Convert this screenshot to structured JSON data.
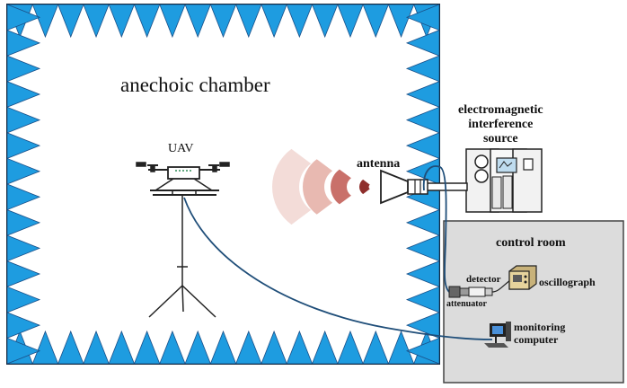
{
  "labels": {
    "chamber": "anechoic chamber",
    "uav": "UAV",
    "antenna": "antenna",
    "emi_source": [
      "electromagnetic",
      "interference",
      "source"
    ],
    "control_room": "control room",
    "detector": "detector",
    "attenuator": "attenuator",
    "oscillograph": "oscillograph",
    "monitoring_computer": [
      "monitoring",
      "computer"
    ]
  },
  "colors": {
    "absorber": "#1e9ce0",
    "absorber_edge": "#1a4f88",
    "cable": "#1f4e79",
    "control_room_fill": "#dcdcdc",
    "wave_colors": [
      "#f3dcd8",
      "#e8b9b1",
      "#c9706a",
      "#8f2f2c"
    ]
  }
}
